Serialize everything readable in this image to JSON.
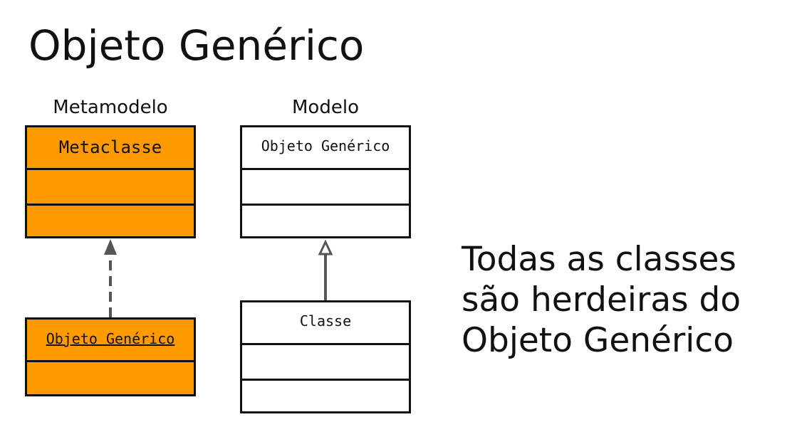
{
  "title": "Objeto Genérico",
  "metamodel": {
    "label": "Metamodelo",
    "metaclass_name": "Metaclasse",
    "instance_name": "Objeto Genérico"
  },
  "model": {
    "label": "Modelo",
    "generic_name": "Objeto Genérico",
    "class_name": "Classe"
  },
  "note": {
    "lines": [
      "Todas as classes",
      "são herdeiras do",
      "Objeto Genérico"
    ]
  },
  "colors": {
    "metamodel_fill": "#ff9a00",
    "arrow": "#555555",
    "border": "#111111"
  }
}
